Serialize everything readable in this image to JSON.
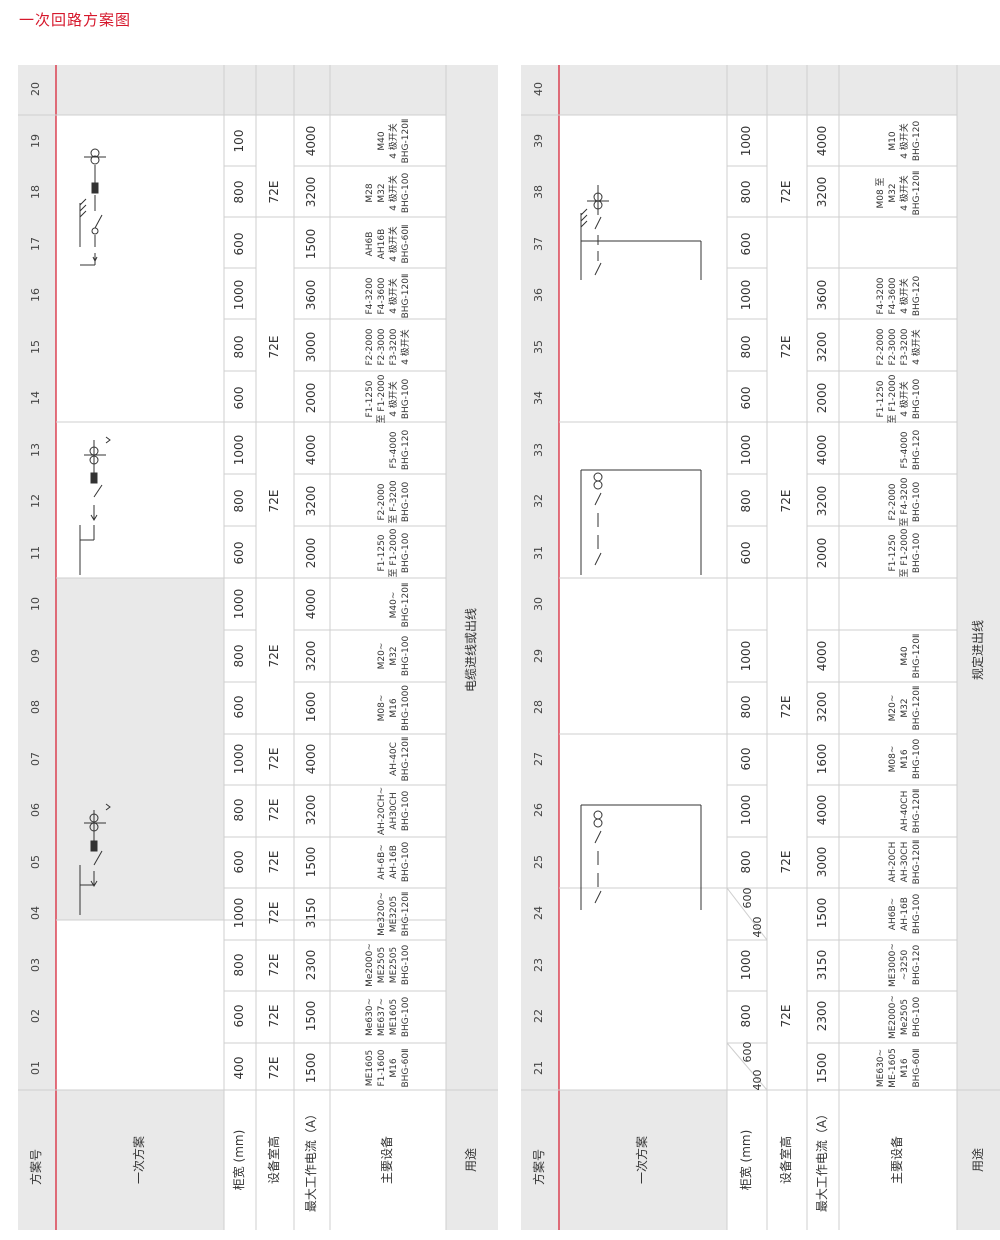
{
  "page": {
    "title": "一次回路方案图"
  },
  "row_labels": {
    "scheme_no": "方案号",
    "scheme": "一次方案",
    "width": "柜宽 (mm)",
    "height": "设备室高",
    "current": "最大工作电流（A）",
    "equipment": "主要设备",
    "usage": "用途"
  },
  "table1": {
    "scheme_numbers": [
      "01",
      "02",
      "03",
      "04",
      "05",
      "06",
      "07",
      "08",
      "09",
      "10",
      "11",
      "12",
      "13",
      "14",
      "15",
      "16",
      "17",
      "18",
      "19",
      "20"
    ],
    "widths": [
      "400",
      "600",
      "800",
      "1000",
      "600",
      "800",
      "1000",
      "600",
      "800",
      "1000",
      "600",
      "800",
      "1000",
      "600",
      "800",
      "1000",
      "600",
      "800",
      "100",
      ""
    ],
    "heights": [
      "72E",
      "72E",
      "72E",
      "72E",
      "72E",
      "72E",
      "72E",
      "72E",
      "",
      "",
      "72E",
      "",
      "",
      "72E",
      "",
      "",
      "72E",
      "",
      ""
    ],
    "currents": [
      "1500",
      "1500",
      "2300",
      "3150",
      "1500",
      "3200",
      "4000",
      "1600",
      "3200",
      "4000",
      "2000",
      "3200",
      "4000",
      "2000",
      "3000",
      "3600",
      "1500",
      "3200",
      "4000",
      ""
    ],
    "equipment": [
      [
        "ME1605",
        "F1-1600",
        "M16",
        "BHG-60Ⅱ"
      ],
      [
        "Me630~",
        "ME637~",
        "ME1605",
        "BHG-100"
      ],
      [
        "Me2000~",
        "ME2505",
        "ME2505",
        "BHG-100"
      ],
      [
        "Me3200~",
        "ME3205",
        "BHG-120Ⅱ"
      ],
      [
        "AH-6B~",
        "AH-16B",
        "BHG-100"
      ],
      [
        "AH-20CH~",
        "AH30CH",
        "BHG-100"
      ],
      [
        "AH-40C",
        "BHG-120Ⅱ"
      ],
      [
        "M08~",
        "M16",
        "BHG-1000"
      ],
      [
        "M20~",
        "M32",
        "BHG-100"
      ],
      [
        "M40~",
        "BHG-120Ⅱ"
      ],
      [
        "F1-1250",
        "至 F1-2000",
        "BHG-100"
      ],
      [
        "F2-2000",
        "至 F-3200",
        "BHG-100"
      ],
      [
        "F5-4000",
        "BHG-120"
      ],
      [
        "F1-1250",
        "至 F1-2000",
        "4 极开关",
        "BHG-100"
      ],
      [
        "F2-2000",
        "F2-3000",
        "F3-3200",
        "4 极开关"
      ],
      [
        "F4-3200",
        "F4-3600",
        "4 极开关",
        "BHG-120Ⅱ"
      ],
      [
        "AH6B",
        "AH16B",
        "4 极开关",
        "BHG-60Ⅱ"
      ],
      [
        "M28",
        "M32",
        "4 极开关",
        "BHG-100"
      ],
      [
        "M40",
        "4 极开关",
        "BHG-120Ⅱ"
      ],
      []
    ],
    "usage": "电缆进线或出线"
  },
  "table2": {
    "scheme_numbers": [
      "21",
      "22",
      "23",
      "24",
      "25",
      "26",
      "27",
      "28",
      "29",
      "30",
      "31",
      "32",
      "33",
      "34",
      "35",
      "36",
      "37",
      "38",
      "39",
      "40"
    ],
    "widths": [
      "",
      "800",
      "1000",
      "",
      "800",
      "1000",
      "600",
      "800",
      "1000",
      "",
      "600",
      "800",
      "1000",
      "600",
      "800",
      "1000",
      "600",
      "800",
      "1000",
      ""
    ],
    "split_widths": {
      "top": "600",
      "bottom": "400"
    },
    "heights": [
      "72E",
      "",
      "",
      "72E",
      "",
      "",
      "72E",
      "",
      "72E",
      "",
      "72E",
      ""
    ],
    "currents": [
      "1500",
      "2300",
      "3150",
      "1500",
      "3000",
      "4000",
      "1600",
      "3200",
      "4000",
      "",
      "2000",
      "3200",
      "4000",
      "2000",
      "3200",
      "3600",
      "",
      "3200",
      "4000",
      ""
    ],
    "equipment": [
      [
        "ME630~",
        "ME-1605",
        "M16",
        "BHG-60Ⅱ"
      ],
      [
        "ME2000~",
        "Me2505",
        "BHG-100"
      ],
      [
        "ME3000~",
        "~3250",
        "BHG-120"
      ],
      [
        "AH6B~",
        "AH-16B",
        "BHG-100"
      ],
      [
        "AH-20CH",
        "AH-30CH",
        "BHG-120Ⅱ"
      ],
      [
        "AH-40CH",
        "BHG-120Ⅱ"
      ],
      [
        "M08~",
        "M16",
        "BHG-100"
      ],
      [
        "M20~",
        "M32",
        "BHG-120Ⅱ"
      ],
      [
        "M40",
        "BHG-120Ⅱ"
      ],
      [],
      [
        "F1-1250",
        "至 F1-2000",
        "BHG-100"
      ],
      [
        "F2-2000",
        "至 F4-3200",
        "BHG-100"
      ],
      [
        "F5-4000",
        "BHG-120"
      ],
      [
        "F1-1250",
        "至 F1-2000",
        "4 极开关",
        "BHG-100"
      ],
      [
        "F2-2000",
        "F2-3000",
        "F3-3200",
        "4 极开关"
      ],
      [
        "F4-3200",
        "F4-3600",
        "4 极开关",
        "BHG-120"
      ],
      [],
      [
        "M08 至",
        "M32",
        "4 极开关",
        "BHG-120Ⅱ"
      ],
      [
        "M10",
        "4 极开关",
        "BHG-120"
      ],
      []
    ],
    "usage": "规定进出线"
  },
  "colors": {
    "accent": "#d6182c",
    "grey": "#e9e9e9",
    "line": "#bbbbbb"
  }
}
